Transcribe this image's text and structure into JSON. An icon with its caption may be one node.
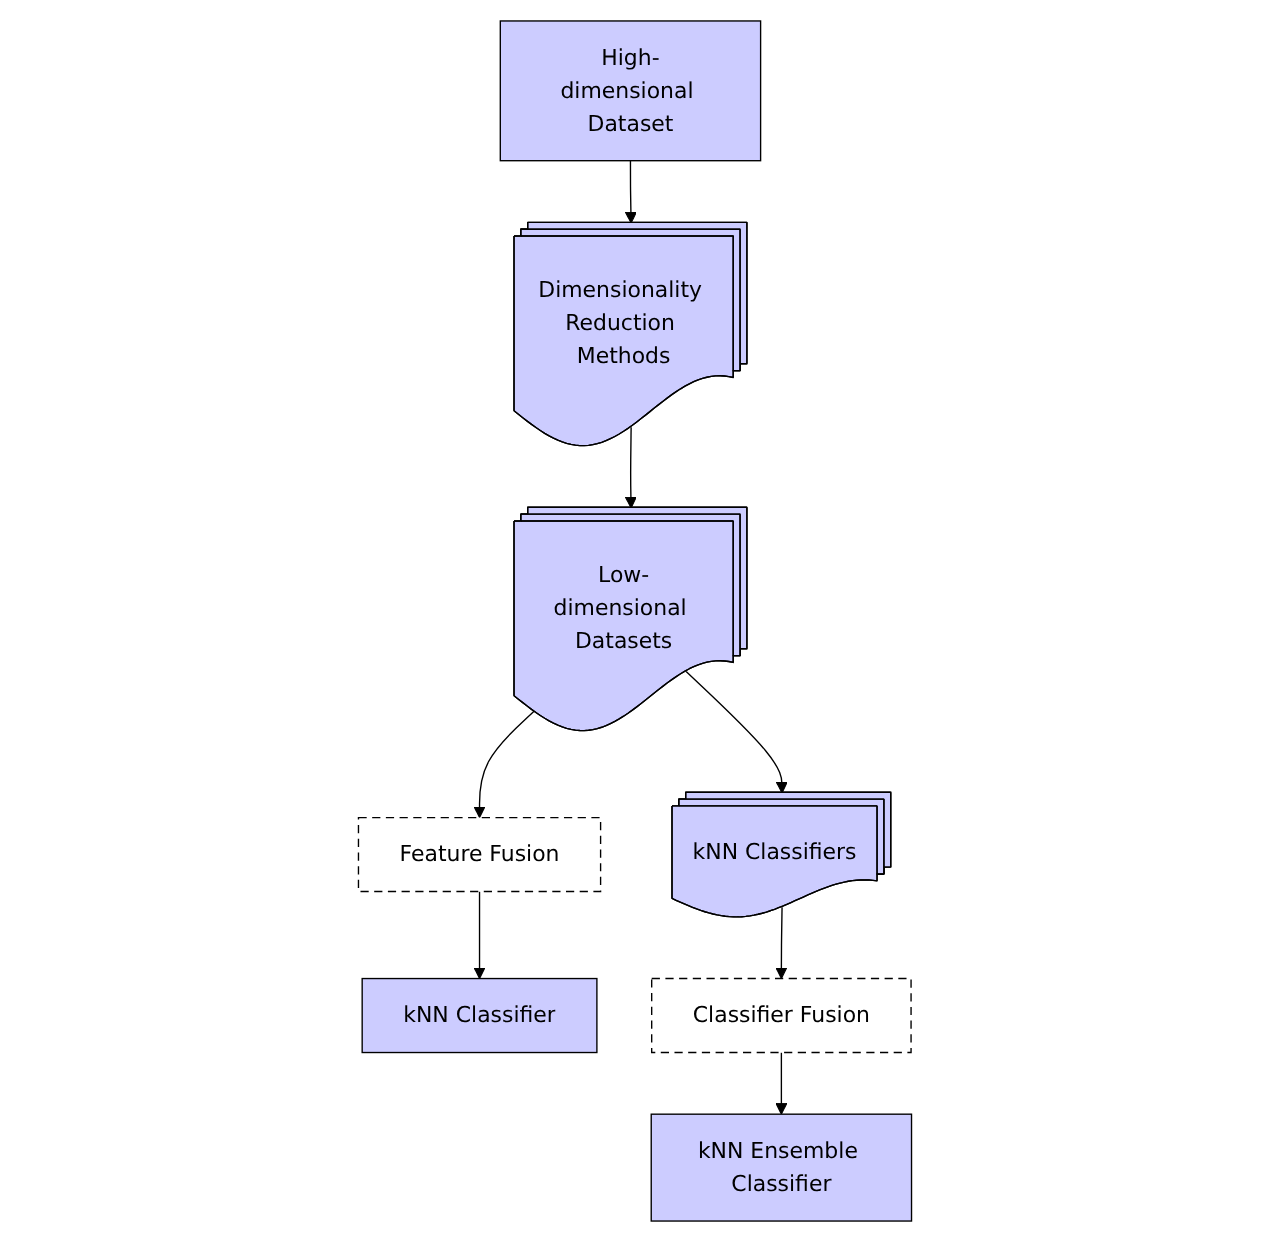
{
  "diagram": {
    "nodes": [
      {
        "text": [
          "High-dimensional Dataset"
        ]
      },
      {
        "text": [
          "Dimensionality Reduction Methods"
        ]
      },
      {
        "text": [
          "Low-dimensional Datasets"
        ]
      },
      {
        "text": [
          "Feature Fusion"
        ]
      },
      {
        "text": [
          "kNN Classifier"
        ]
      },
      {
        "text": [
          "kNN Classifiers"
        ]
      },
      {
        "text": [
          "Classifier Fusion"
        ]
      },
      {
        "text": [
          "kNN Ensemble Classifier"
        ]
      }
    ],
    "edges": [
      {
        "from": 0,
        "to": 1,
        "arrow": "to"
      },
      {
        "from": 1,
        "to": 2,
        "arrow": "to"
      },
      {
        "from": 2,
        "to": 3,
        "arrow": "to"
      },
      {
        "from": 3,
        "to": 4,
        "arrow": "to"
      },
      {
        "from": 2,
        "to": 5,
        "arrow": "to"
      },
      {
        "from": 5,
        "to": 6,
        "arrow": "to"
      },
      {
        "from": 6,
        "to": 7,
        "arrow": "to"
      }
    ]
  }
}
